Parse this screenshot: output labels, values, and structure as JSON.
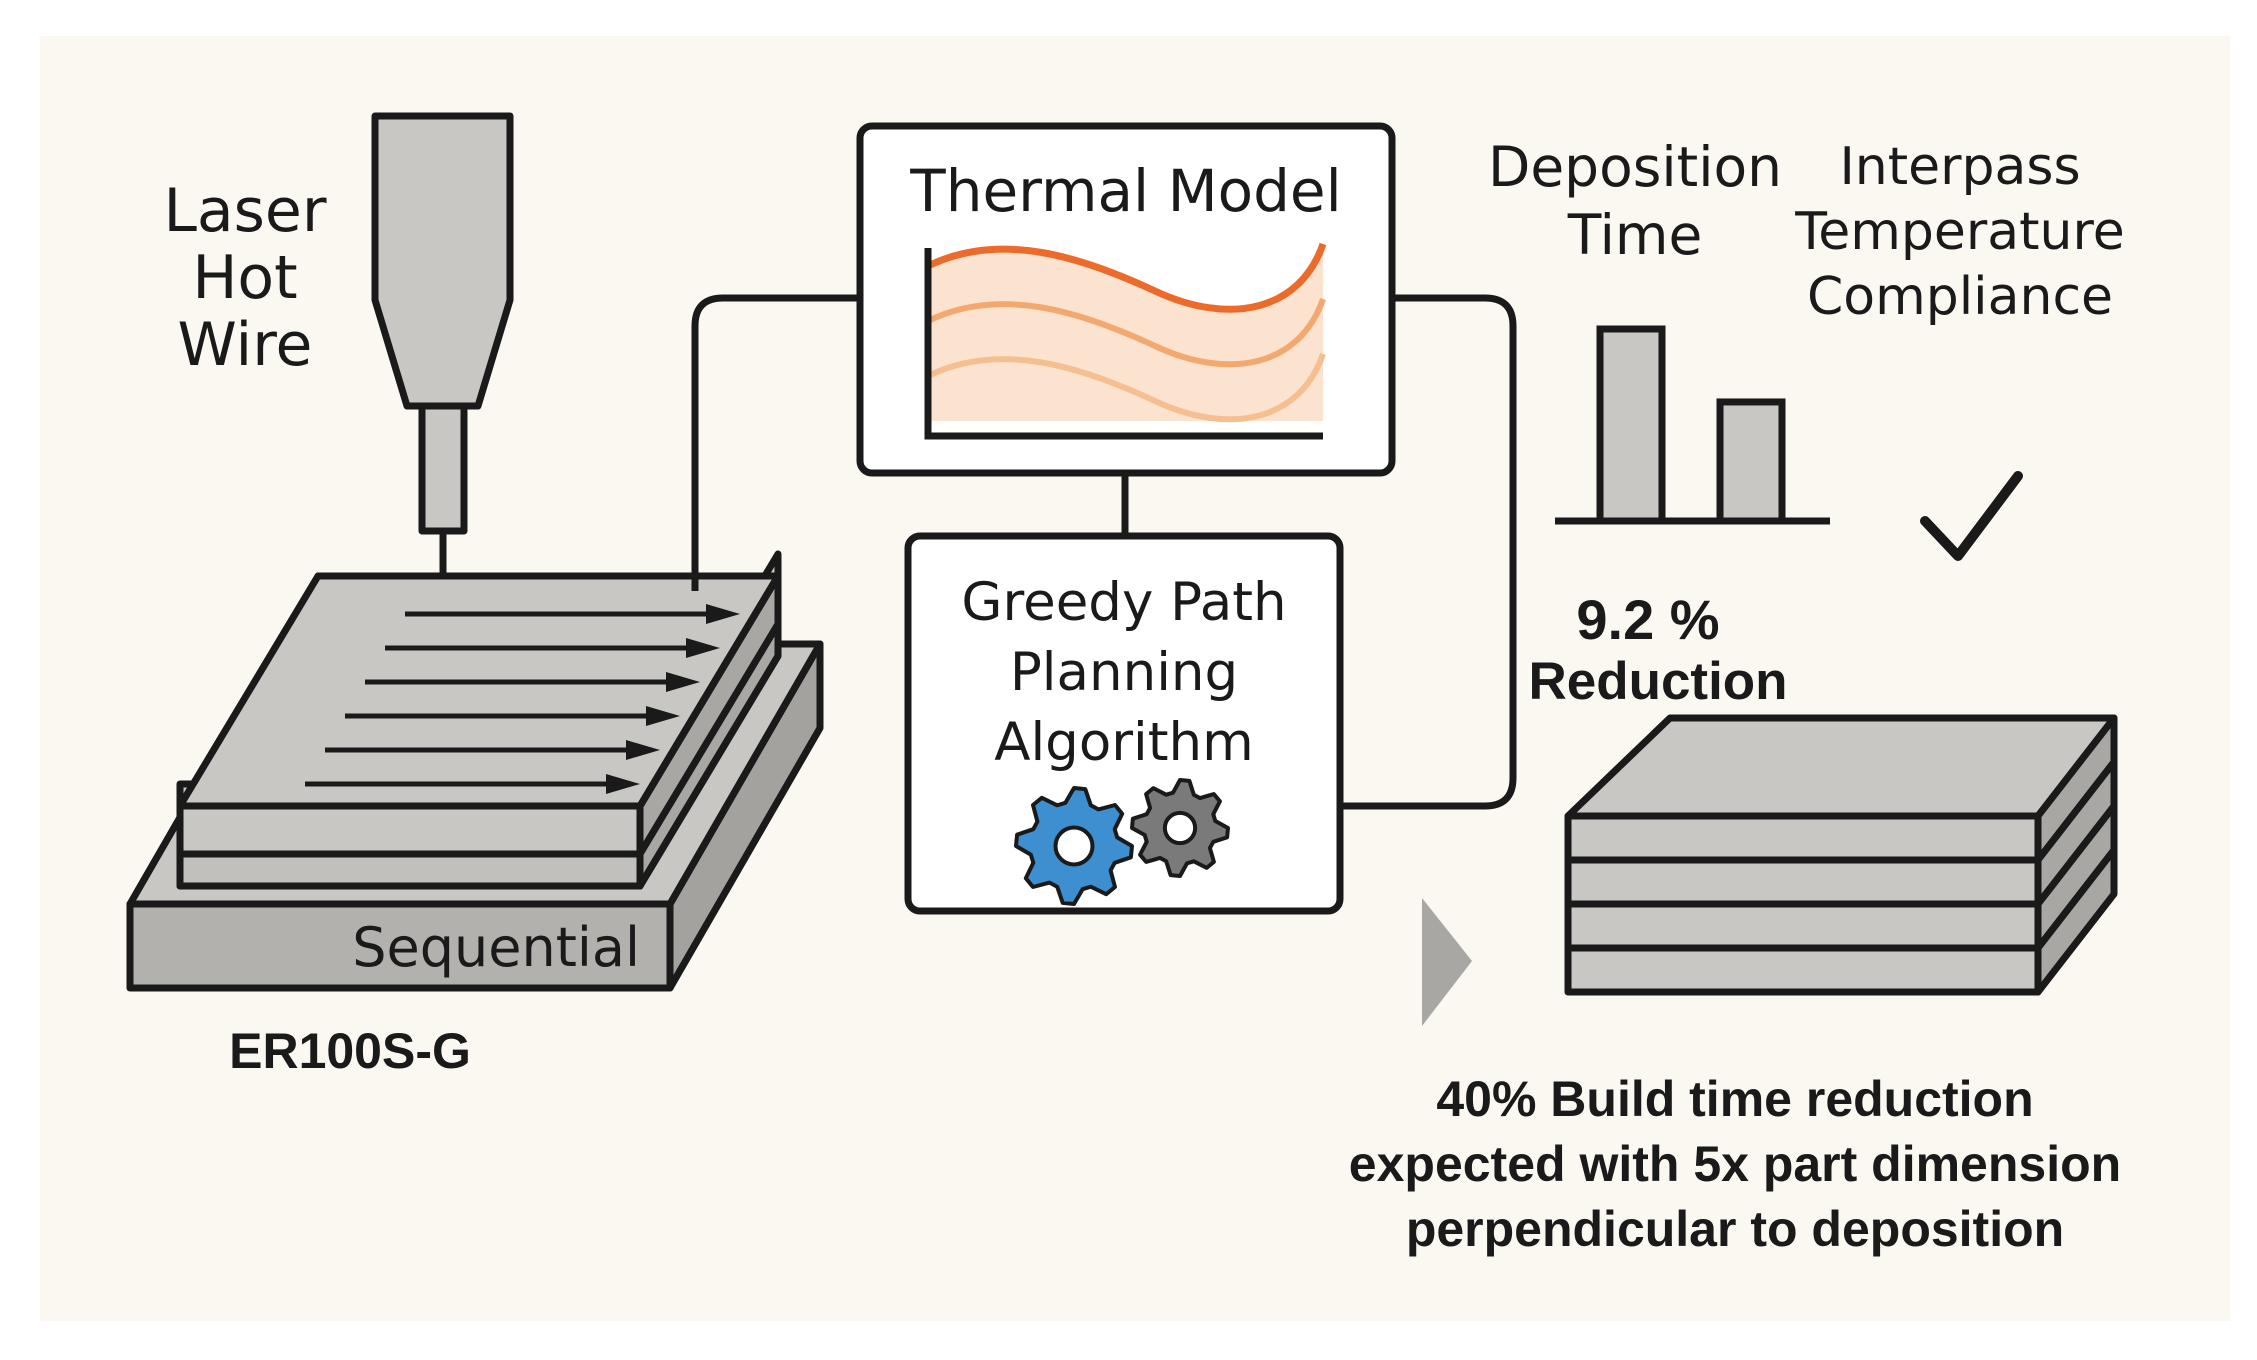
{
  "process": {
    "laser_label_lines": [
      "Laser",
      "Hot",
      "Wire"
    ],
    "strategy_label": "Sequential",
    "material_label": "ER100S-G"
  },
  "thermal_model": {
    "title": "Thermal Model"
  },
  "algorithm": {
    "title_lines": [
      "Greedy Path",
      "Planning",
      "Algorithm"
    ]
  },
  "results": {
    "deposition_label_lines": [
      "Deposition",
      "Time"
    ],
    "deposition_bars": [
      1.0,
      0.62
    ],
    "reduction_value": "9.2 %",
    "reduction_label": "Reduction",
    "interpass_label_lines": [
      "Interpass",
      "Temperature",
      "Compliance"
    ],
    "summary_lines": [
      "40% Build time reduction",
      "expected with 5x part dimension",
      "perpendicular to deposition"
    ]
  },
  "colors": {
    "background": "#fbf8f1",
    "outline": "#1a1a1a",
    "block_top": "#c9c7c3",
    "block_side": "#a9a7a3",
    "curve_dark": "#ec6a2a",
    "curve_light": "#f3a86f",
    "gear_blue": "#3d8fd0",
    "gear_gray": "#7a7a7a"
  }
}
